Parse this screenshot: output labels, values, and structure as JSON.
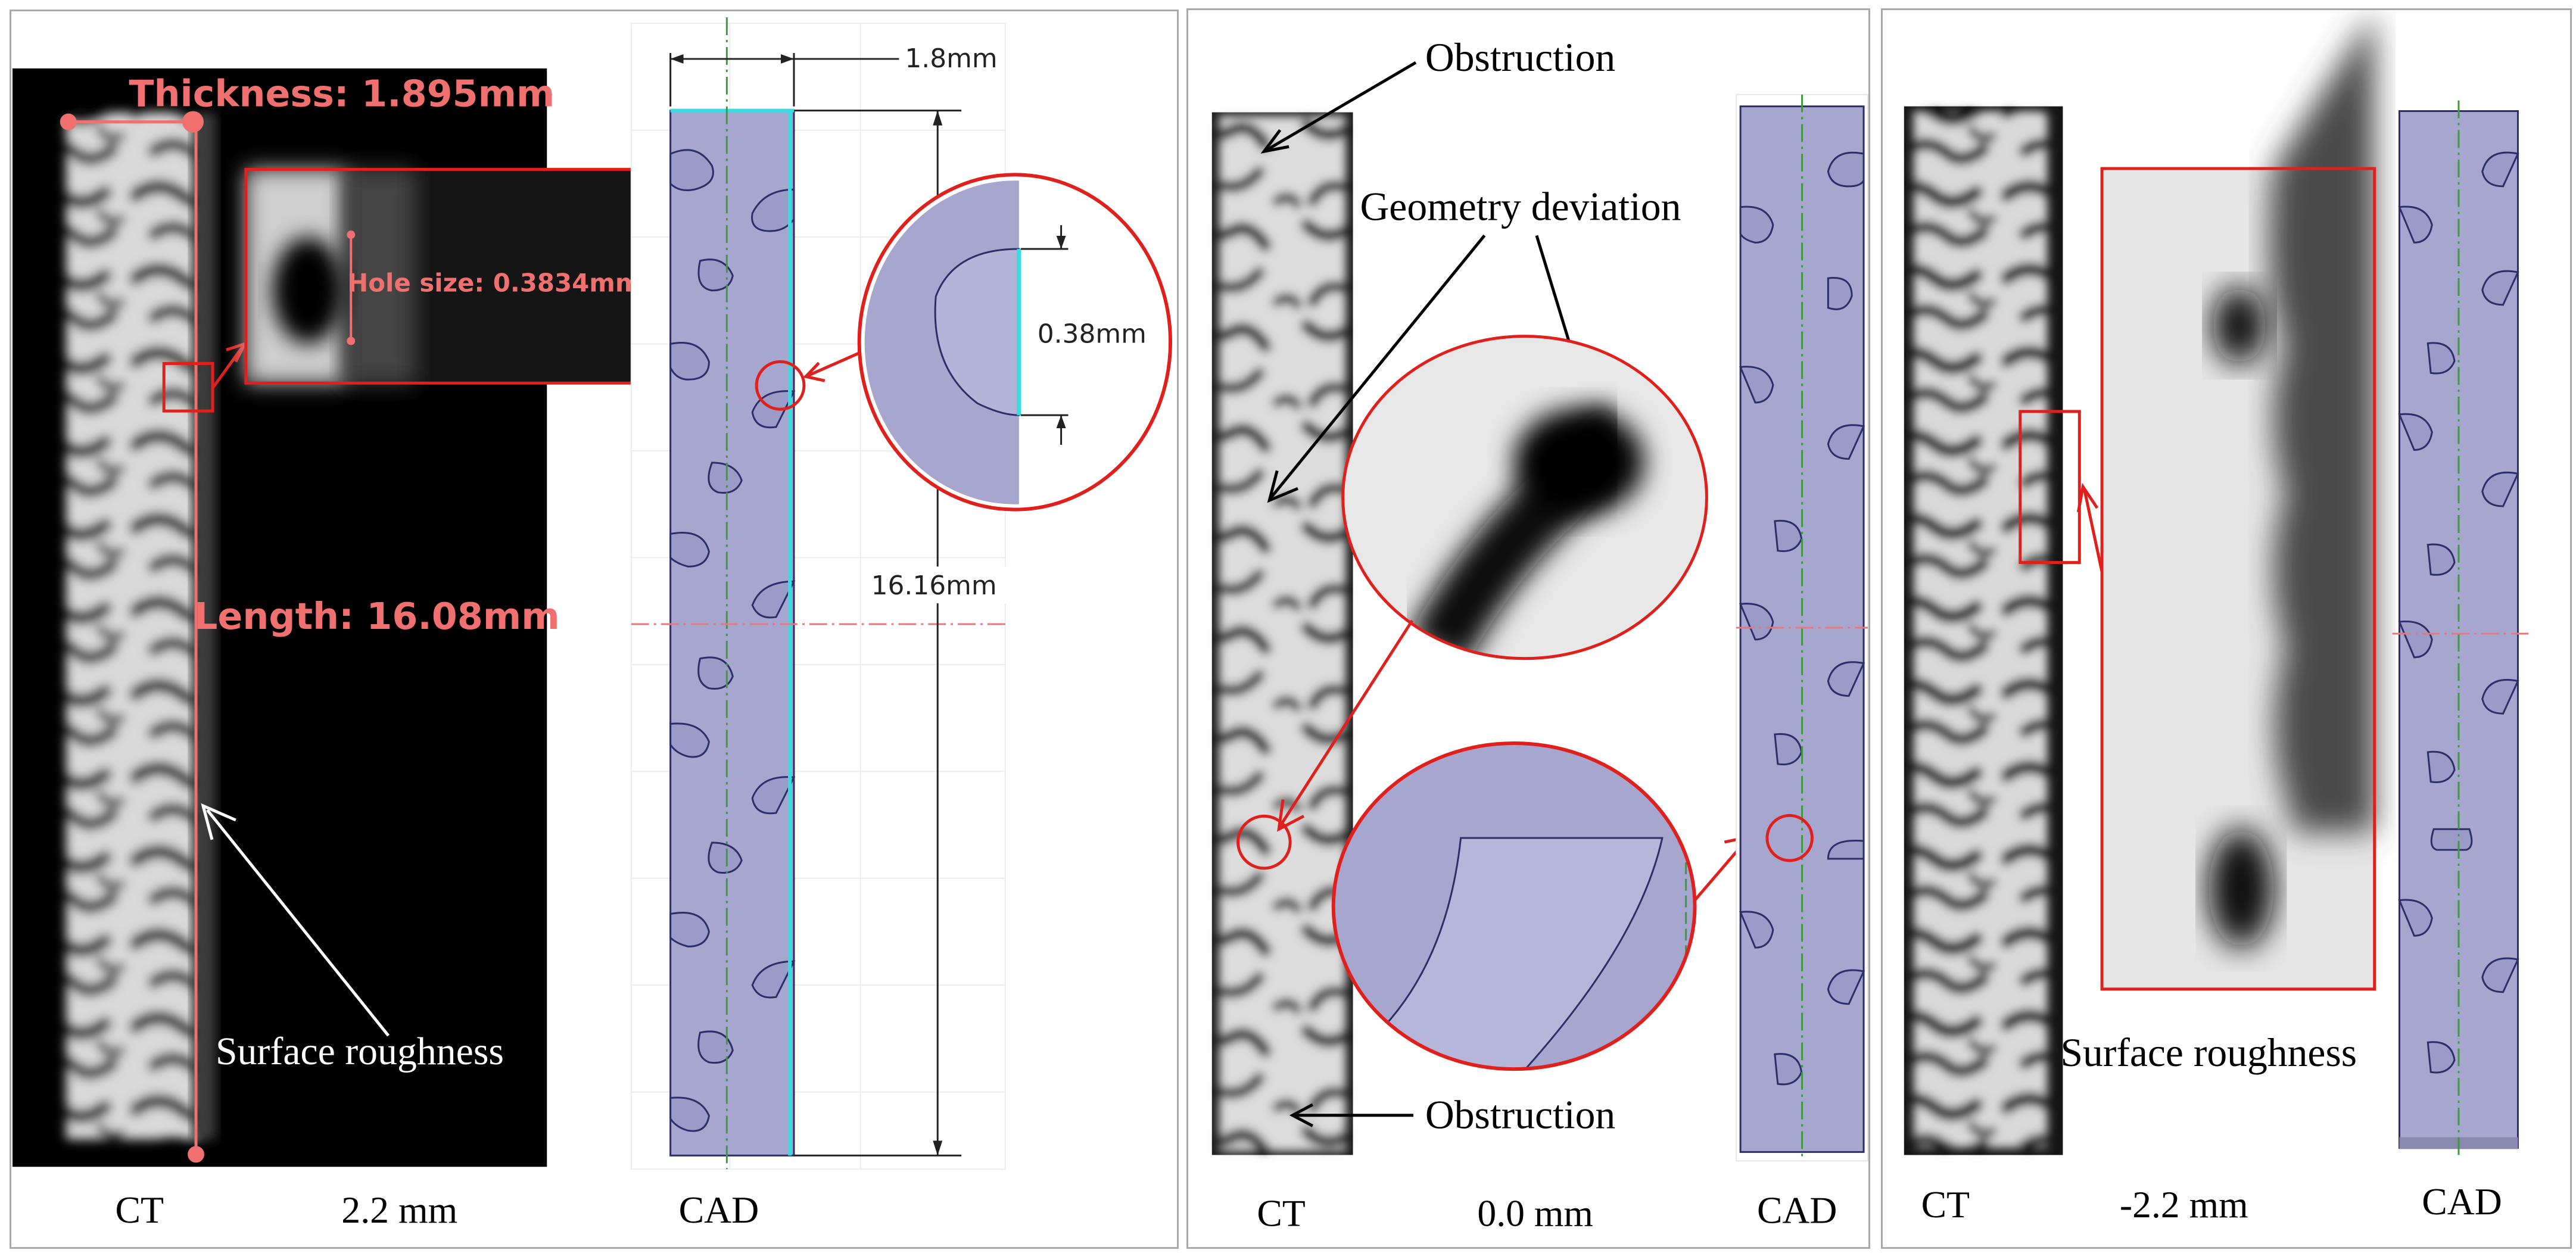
{
  "panels": [
    {
      "position": "2.2 mm",
      "ct_label": "CT",
      "cad_label": "CAD",
      "measurements": {
        "thickness": "Thickness: 1.895mm",
        "hole_size": "Hole size: 0.3834mm",
        "length": "Length: 16.08mm"
      },
      "annotation": "Surface roughness",
      "cad_dimensions": {
        "width": "1.8mm",
        "length": "16.16mm",
        "hole": "0.38mm"
      }
    },
    {
      "position": "0.0 mm",
      "ct_label": "CT",
      "cad_label": "CAD",
      "annotations": {
        "obstruction_top": "Obstruction",
        "geometry_deviation": "Geometry deviation",
        "obstruction_bottom": "Obstruction"
      }
    },
    {
      "position": "-2.2 mm",
      "ct_label": "CT",
      "cad_label": "CAD",
      "annotation": "Surface roughness"
    }
  ],
  "colors": {
    "highlight_red": "#e0201c",
    "measure_pink": "#f07070",
    "cad_fill": "#a6a6cf",
    "cad_outline": "#2d2d6a",
    "cad_edge": "#33dde0",
    "axis_green": "#3c9a3c",
    "axis_red": "#e07a80",
    "ct_background": "#000000"
  }
}
